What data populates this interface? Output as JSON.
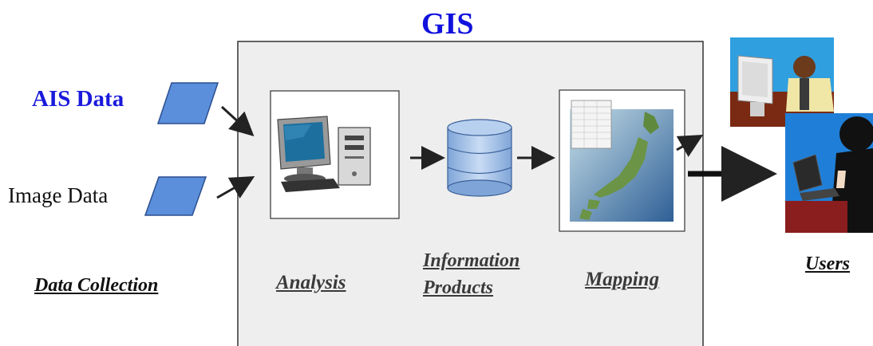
{
  "title": "GIS",
  "inputs": {
    "ais": "AIS Data",
    "image": "Image Data"
  },
  "stages": {
    "data_collection": "Data Collection",
    "analysis": "Analysis",
    "information_products_line1": "Information",
    "information_products_line2": "Products",
    "mapping": "Mapping",
    "users": "Users"
  },
  "colors": {
    "title": "#1111dd",
    "ais_label": "#1a1adc",
    "parallelogram": "#5b8fdb",
    "gis_panel": "#eeeeee",
    "database": "#9ab8e0"
  },
  "icons": [
    "parallelogram-icon",
    "computer-icon",
    "database-icon",
    "japan-map-icon",
    "users-icon"
  ]
}
